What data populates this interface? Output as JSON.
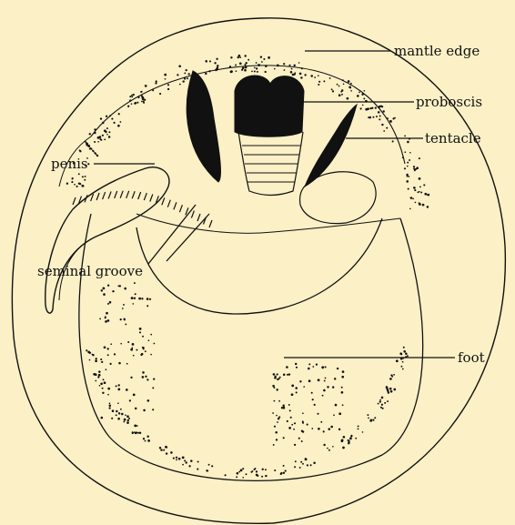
{
  "figure": {
    "background": "#fbf0c6",
    "ink": "#111111",
    "labels": {
      "mantle_edge": "mantle edge",
      "proboscis": "proboscis",
      "tentacle": "tentacle",
      "penis": "penis",
      "seminal_groove": "seminal groove",
      "foot": "foot"
    }
  }
}
